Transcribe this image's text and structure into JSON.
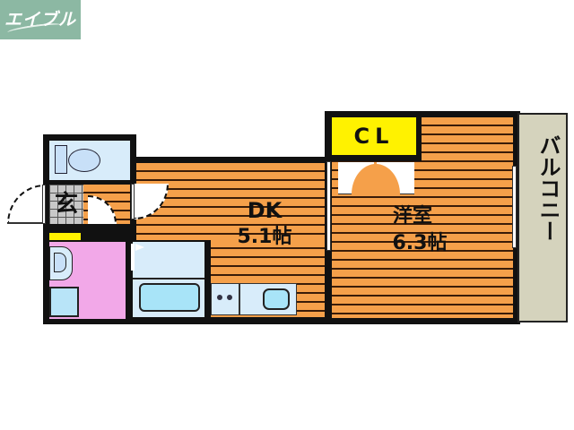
{
  "logo": {
    "text": "エイブル"
  },
  "floorplan": {
    "rooms": [
      {
        "id": "dk",
        "name": "DK",
        "area": "5.1帖"
      },
      {
        "id": "western",
        "name": "洋室",
        "area": "6.3帖"
      },
      {
        "id": "closet",
        "name": "CL"
      },
      {
        "id": "entrance",
        "name": "玄"
      },
      {
        "id": "balcony",
        "name": "バルコニー"
      }
    ],
    "colors": {
      "floor": "#f5a04a",
      "wall": "#111111",
      "closet": "#fff200",
      "wet_area": "#d8ecfa",
      "washroom": "#f2a8e8",
      "balcony": "#d5d3bd",
      "logo_bg": "#8cb8a3"
    }
  }
}
